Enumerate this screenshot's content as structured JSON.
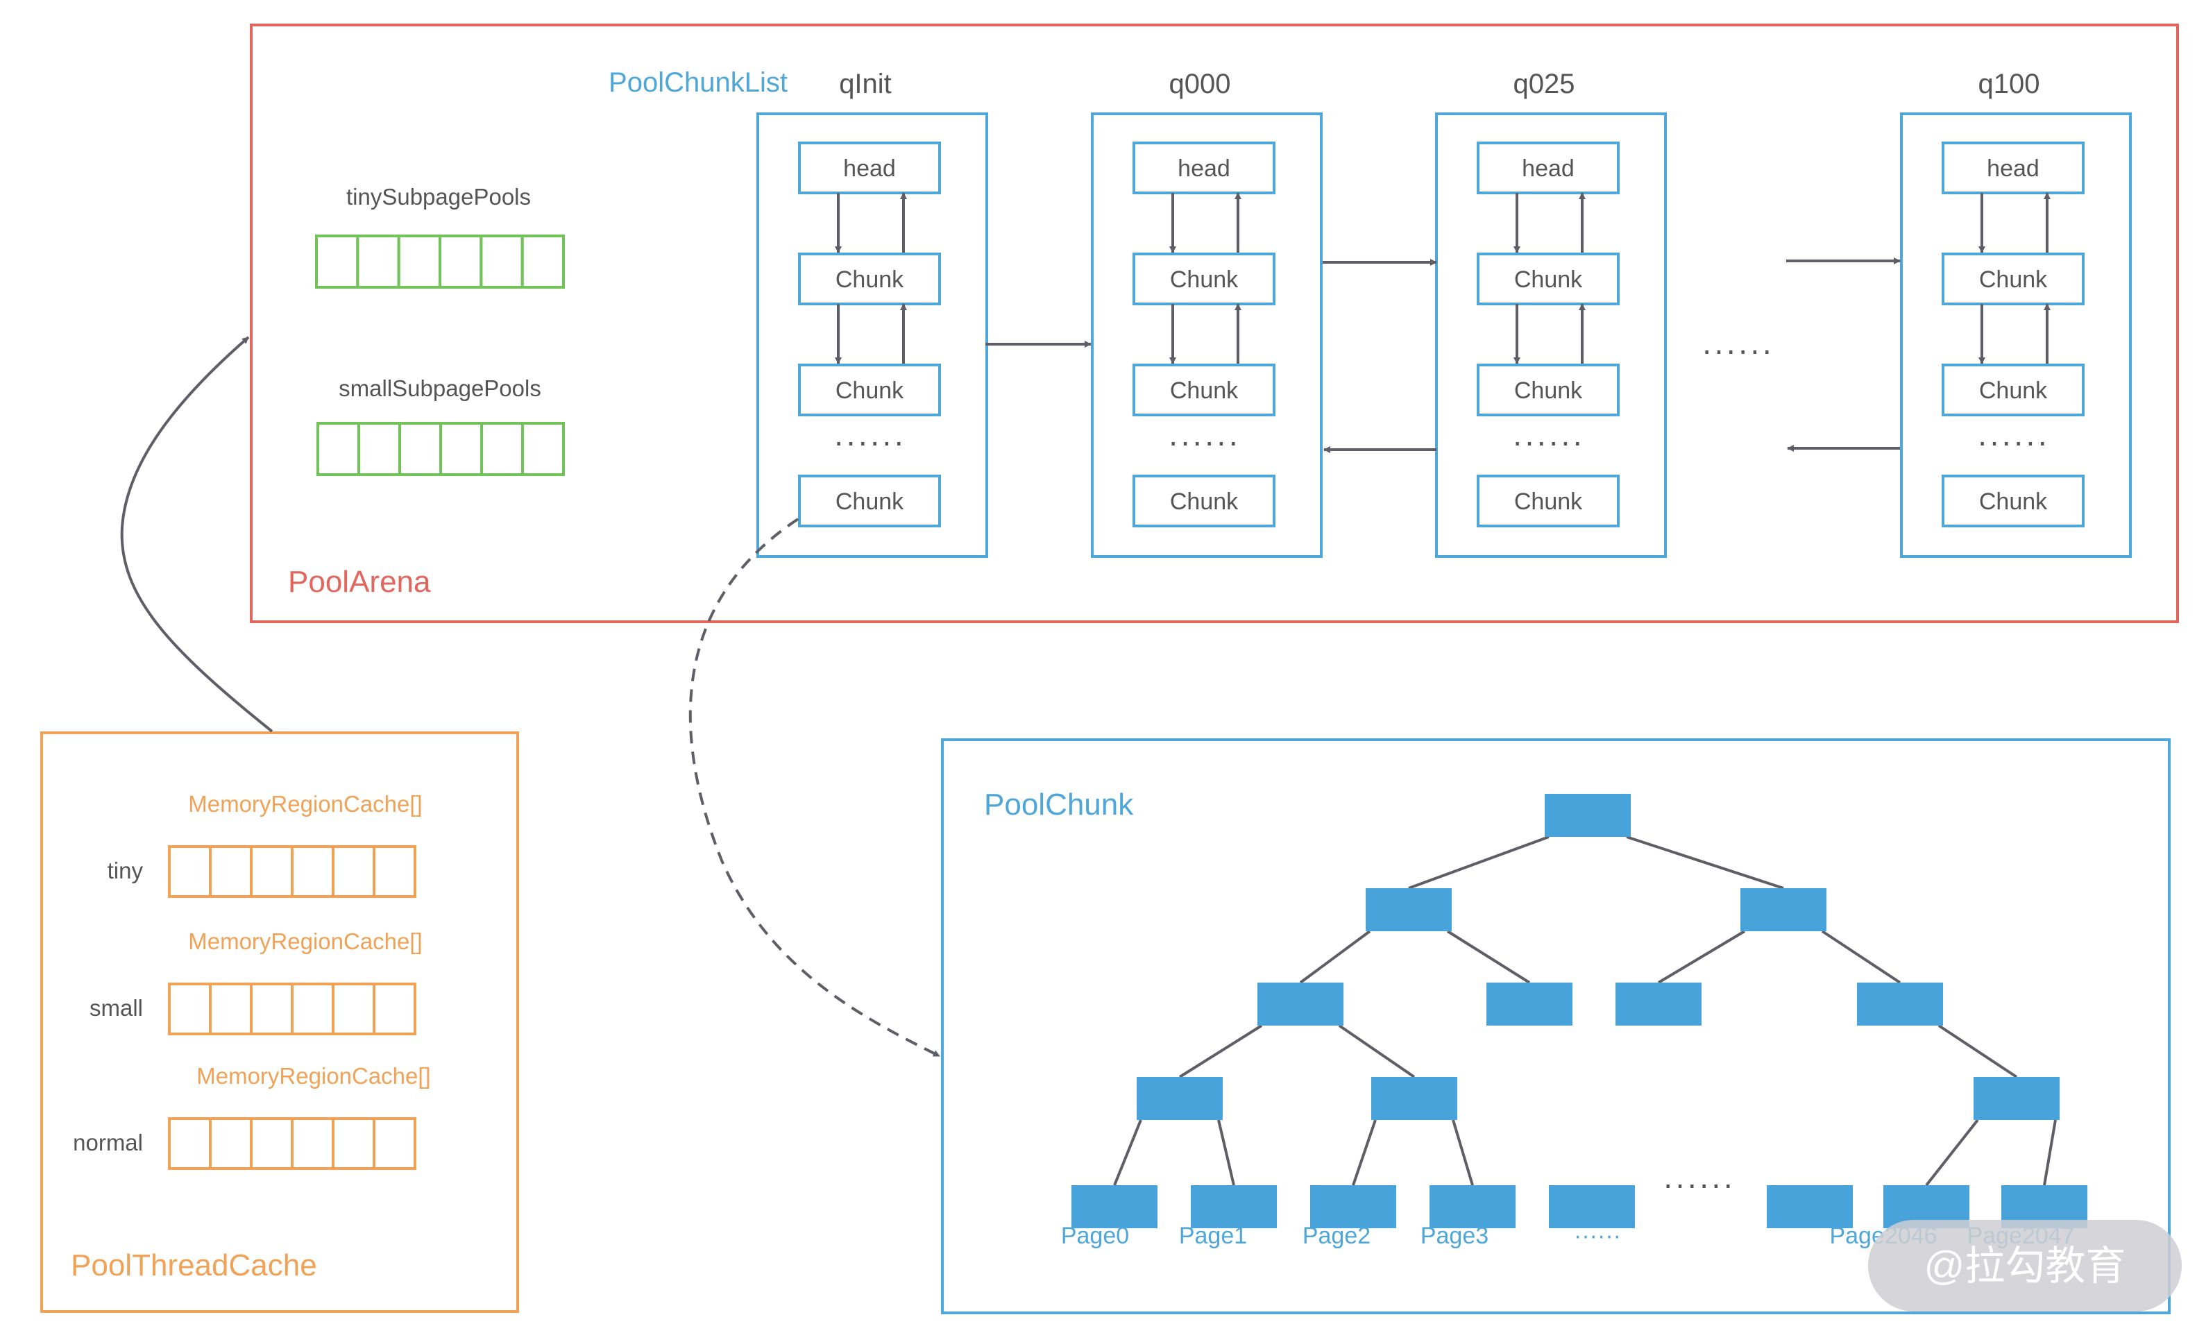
{
  "colors": {
    "arena": "#E2665B",
    "threadcache": "#F0A257",
    "blue": "#4EA7D8",
    "node": "#48A3DA",
    "green": "#72C45A",
    "text": "#555555",
    "arrow": "#5E5E66",
    "watermark": "#CFCFD3"
  },
  "pool_arena": {
    "label": "PoolArena",
    "tiny_subpage_pools": "tinySubpagePools",
    "small_subpage_pools": "smallSubpagePools",
    "chunk_list_label": "PoolChunkList",
    "lists": [
      {
        "name": "qInit",
        "items": [
          "head",
          "Chunk",
          "Chunk",
          "······",
          "Chunk"
        ]
      },
      {
        "name": "q000",
        "items": [
          "head",
          "Chunk",
          "Chunk",
          "······",
          "Chunk"
        ]
      },
      {
        "name": "q025",
        "items": [
          "head",
          "Chunk",
          "Chunk",
          "······",
          "Chunk"
        ]
      },
      {
        "name": "q100",
        "items": [
          "head",
          "Chunk",
          "Chunk",
          "······",
          "Chunk"
        ]
      }
    ],
    "between_lists_ellipsis": "······"
  },
  "pool_thread_cache": {
    "label": "PoolThreadCache",
    "caches": [
      {
        "title": "MemoryRegionCache[]",
        "label": "tiny"
      },
      {
        "title": "MemoryRegionCache[]",
        "label": "small"
      },
      {
        "title": "MemoryRegionCache[]",
        "label": "normal"
      }
    ]
  },
  "pool_chunk": {
    "label": "PoolChunk",
    "pages": [
      "Page0",
      "Page1",
      "Page2",
      "Page3",
      "······",
      "Page2046",
      "Page2047"
    ],
    "leaf_ellipsis": "······"
  },
  "watermark": "@拉勾教育"
}
